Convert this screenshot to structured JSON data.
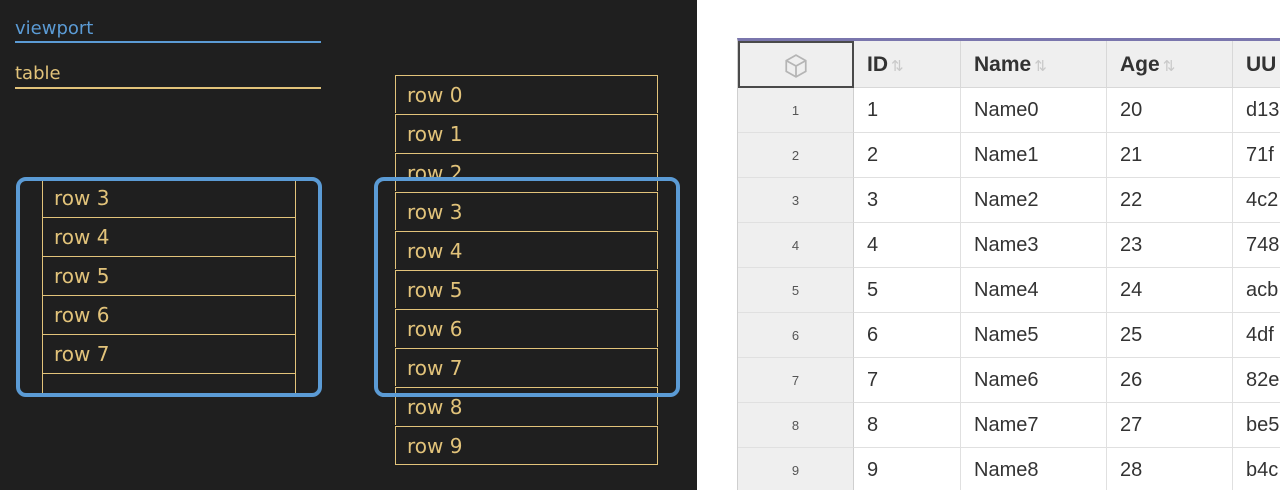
{
  "legend": {
    "viewport": "viewport",
    "table": "table"
  },
  "clipped_rows": [
    "row 3",
    "row 4",
    "row 5",
    "row 6",
    "row 7"
  ],
  "full_rows": [
    "row 0",
    "row 1",
    "row 2",
    "row 3",
    "row 4",
    "row 5",
    "row 6",
    "row 7",
    "row 8",
    "row 9"
  ],
  "colors": {
    "viewport": "#5b9bd5",
    "table": "#e2c37a",
    "diagram_bg": "#1f1f1f",
    "grid_accent": "#7a76ad"
  },
  "grid": {
    "corner_icon": "cube-icon",
    "columns": [
      {
        "label": "ID",
        "sort_icon": "sort-icon"
      },
      {
        "label": "Name",
        "sort_icon": "sort-icon"
      },
      {
        "label": "Age",
        "sort_icon": "sort-icon"
      },
      {
        "label": "UU",
        "sort_icon": "sort-icon"
      }
    ],
    "rows": [
      {
        "num": "1",
        "id": "1",
        "name": "Name0",
        "age": "20",
        "uuid": "d13"
      },
      {
        "num": "2",
        "id": "2",
        "name": "Name1",
        "age": "21",
        "uuid": "71f"
      },
      {
        "num": "3",
        "id": "3",
        "name": "Name2",
        "age": "22",
        "uuid": "4c2"
      },
      {
        "num": "4",
        "id": "4",
        "name": "Name3",
        "age": "23",
        "uuid": "748"
      },
      {
        "num": "5",
        "id": "5",
        "name": "Name4",
        "age": "24",
        "uuid": "acb"
      },
      {
        "num": "6",
        "id": "6",
        "name": "Name5",
        "age": "25",
        "uuid": "4df"
      },
      {
        "num": "7",
        "id": "7",
        "name": "Name6",
        "age": "26",
        "uuid": "82e"
      },
      {
        "num": "8",
        "id": "8",
        "name": "Name7",
        "age": "27",
        "uuid": "be5"
      },
      {
        "num": "9",
        "id": "9",
        "name": "Name8",
        "age": "28",
        "uuid": "b4c"
      }
    ]
  }
}
